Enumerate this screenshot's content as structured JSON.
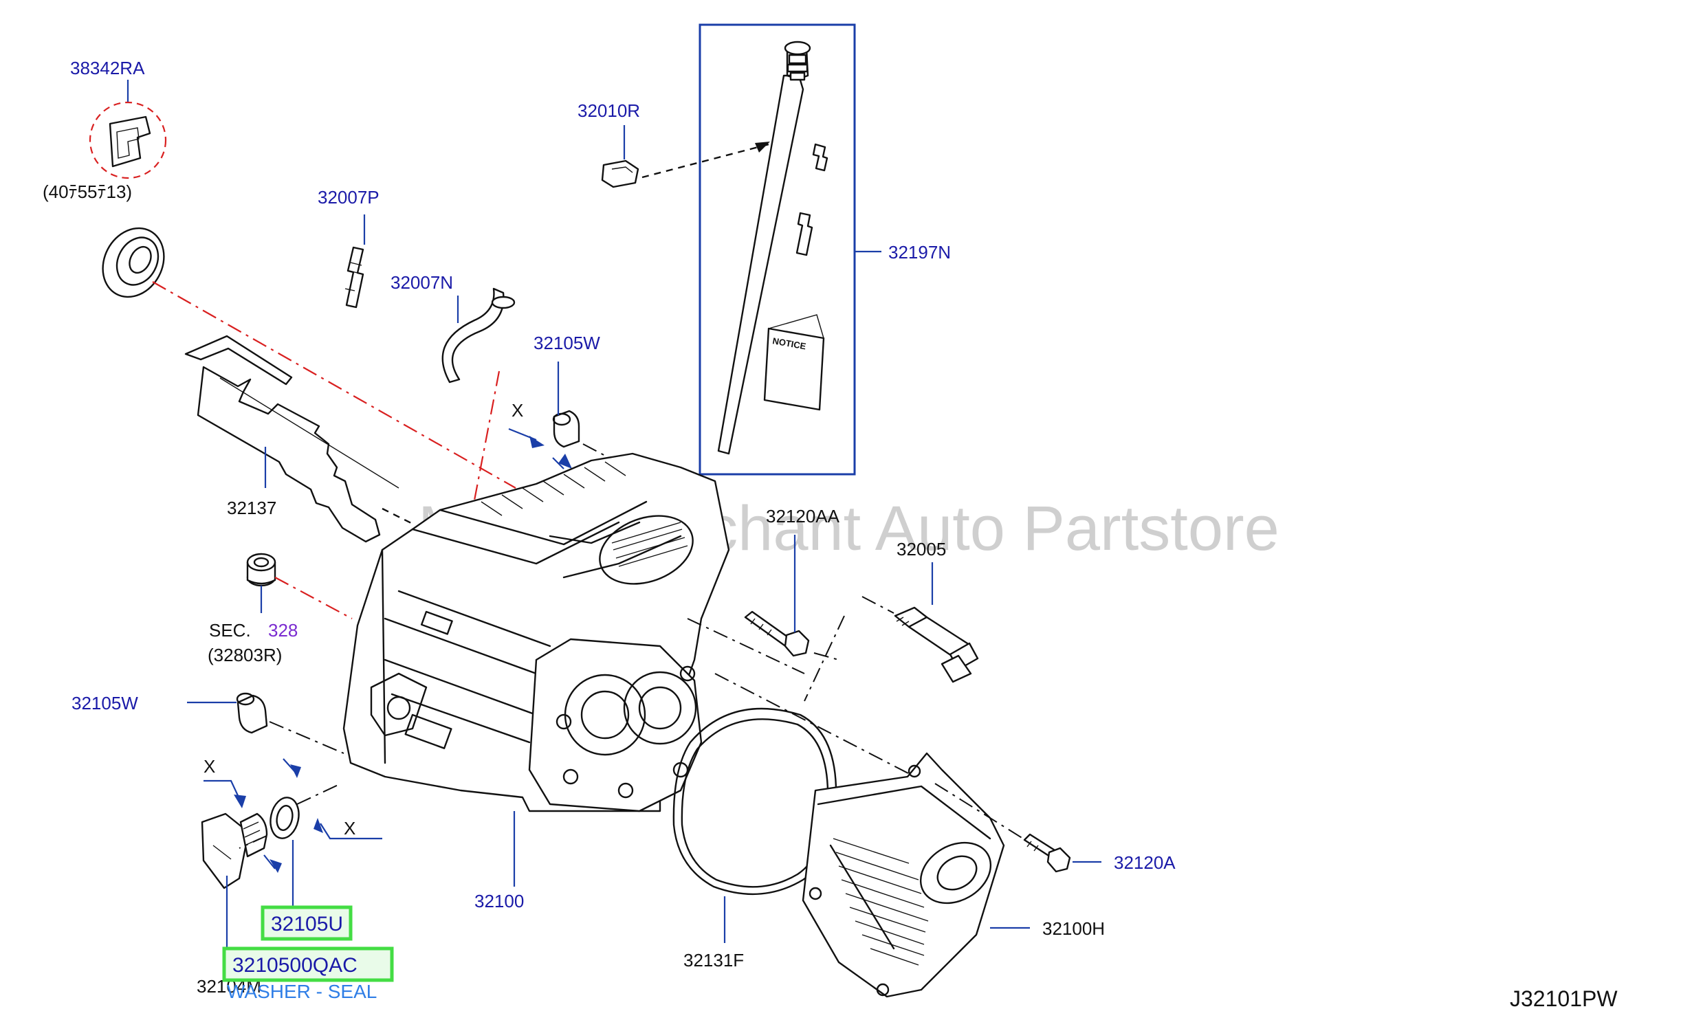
{
  "diagram": {
    "watermark": "Motor Merchant Auto Partstore",
    "diagram_code": "J32101PW",
    "callouts": [
      {
        "id": "c1",
        "text": "38342RA"
      },
      {
        "id": "c2",
        "text": "(40ﾃ55ﾃ13)"
      },
      {
        "id": "c3",
        "text": "32007P"
      },
      {
        "id": "c4",
        "text": "32007N"
      },
      {
        "id": "c5",
        "text": "32010R"
      },
      {
        "id": "c6",
        "text": "32197N"
      },
      {
        "id": "c7",
        "text": "32105W"
      },
      {
        "id": "c8",
        "text": "32137"
      },
      {
        "id": "c9",
        "text": "32120AA"
      },
      {
        "id": "c10",
        "text": "32005"
      },
      {
        "id": "c11",
        "text": "SEC."
      },
      {
        "id": "c12",
        "text": "328"
      },
      {
        "id": "c13",
        "text": "(32803R)"
      },
      {
        "id": "c14",
        "text": "32105W"
      },
      {
        "id": "c15",
        "text": "32100"
      },
      {
        "id": "c16",
        "text": "32120A"
      },
      {
        "id": "c17",
        "text": "32131F"
      },
      {
        "id": "c18",
        "text": "32100H"
      },
      {
        "id": "c19",
        "text": "32104M"
      },
      {
        "id": "c20",
        "text": "X"
      },
      {
        "id": "c21",
        "text": "X"
      },
      {
        "id": "c22",
        "text": "X"
      }
    ],
    "notice_label": "NOTICE",
    "highlight_primary": "32105U",
    "highlight_secondary": "3210500QAC",
    "highlight_desc": "WASHER - SEAL",
    "colors": {
      "label": "#1a1aa8",
      "leader": "#1a3ea8",
      "highlight_box": "#44dd44",
      "highlight_fill": "#e9fbe9",
      "red_dash": "#d92020",
      "sec_ref": "#7a2bd0"
    }
  }
}
